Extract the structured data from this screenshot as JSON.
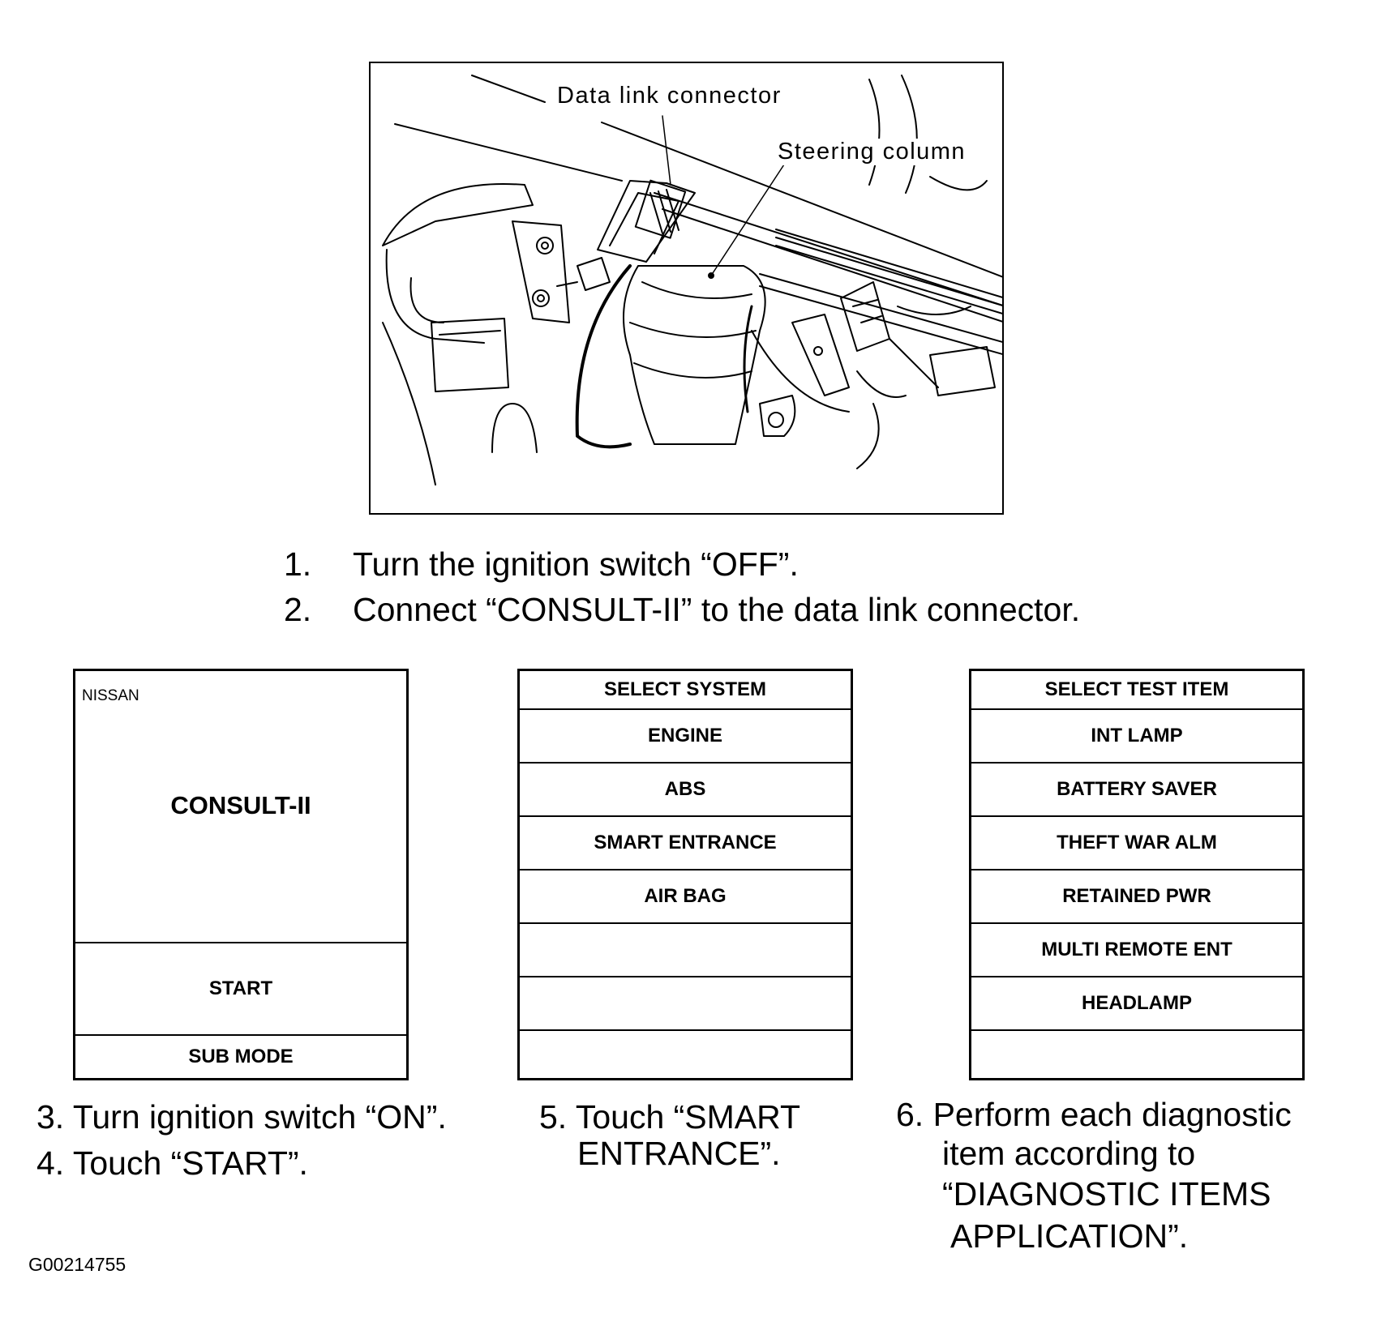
{
  "illustration": {
    "label_connector": "Data link connector",
    "label_column": "Steering column"
  },
  "steps_top": [
    {
      "num": "1.",
      "text": "Turn the ignition switch “OFF”."
    },
    {
      "num": "2.",
      "text": "Connect “CONSULT-II” to the data link connector."
    }
  ],
  "screen_start": {
    "brand": "NISSAN",
    "product": "CONSULT-II",
    "start": "START",
    "sub_mode": "SUB MODE"
  },
  "screen_system": {
    "header": "SELECT SYSTEM",
    "items": [
      "ENGINE",
      "ABS",
      "SMART ENTRANCE",
      "AIR BAG",
      "",
      "",
      ""
    ]
  },
  "screen_test": {
    "header": "SELECT TEST ITEM",
    "items": [
      "INT LAMP",
      "BATTERY SAVER",
      "THEFT WAR ALM",
      "RETAINED PWR",
      "MULTI REMOTE ENT",
      "HEADLAMP",
      ""
    ]
  },
  "instructions": {
    "step3": "3. Turn ignition switch “ON”.",
    "step4": "4. Touch “START”.",
    "step5_line1": "5. Touch “SMART",
    "step5_line2": "ENTRANCE”.",
    "step6_line1": "6. Perform  each  diagnostic",
    "step6_line2": "item  according  to",
    "step6_line3": "“DIAGNOSTIC ITEMS",
    "step6_line4": "APPLICATION”."
  },
  "figure_code": "G00214755"
}
